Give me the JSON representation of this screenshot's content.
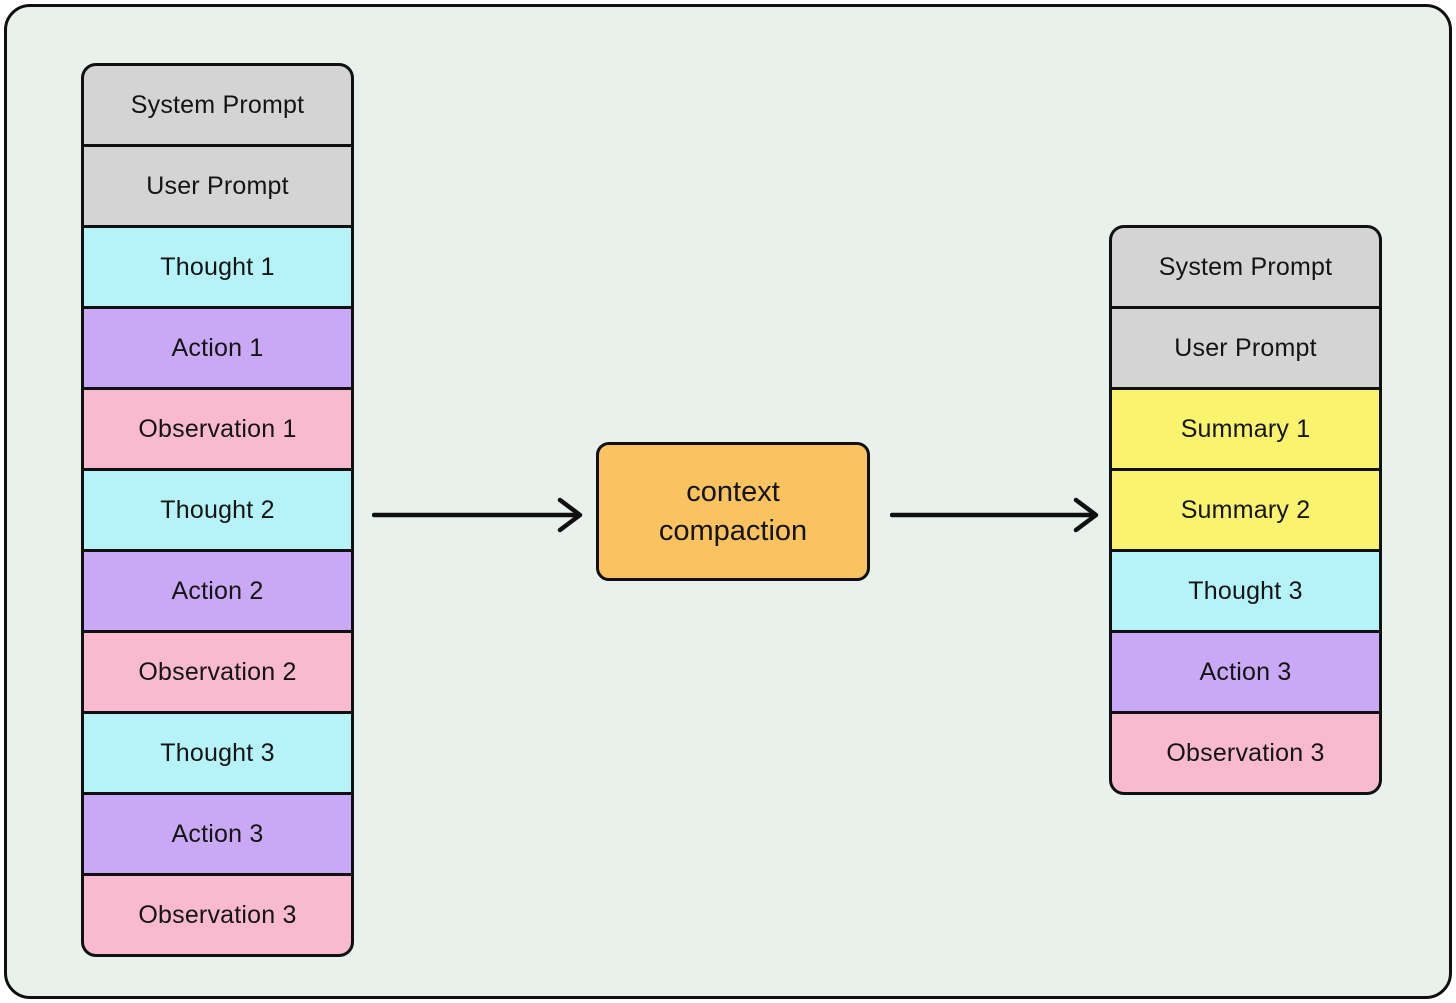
{
  "diagram": {
    "left_stack": {
      "rows": [
        {
          "label": "System Prompt",
          "type": "prompt",
          "color": "#D4D4D4"
        },
        {
          "label": "User Prompt",
          "type": "prompt",
          "color": "#D4D4D4"
        },
        {
          "label": "Thought 1",
          "type": "thought",
          "color": "#B6F3F8"
        },
        {
          "label": "Action 1",
          "type": "action",
          "color": "#C9A9F6"
        },
        {
          "label": "Observation 1",
          "type": "observation",
          "color": "#F9BAD0"
        },
        {
          "label": "Thought 2",
          "type": "thought",
          "color": "#B6F3F8"
        },
        {
          "label": "Action 2",
          "type": "action",
          "color": "#C9A9F6"
        },
        {
          "label": "Observation 2",
          "type": "observation",
          "color": "#F9BAD0"
        },
        {
          "label": "Thought 3",
          "type": "thought",
          "color": "#B6F3F8"
        },
        {
          "label": "Action 3",
          "type": "action",
          "color": "#C9A9F6"
        },
        {
          "label": "Observation 3",
          "type": "observation",
          "color": "#F9BAD0"
        }
      ]
    },
    "compaction_box": {
      "label": "context compaction",
      "color": "#FAC360"
    },
    "right_stack": {
      "rows": [
        {
          "label": "System Prompt",
          "type": "prompt",
          "color": "#D4D4D4"
        },
        {
          "label": "User Prompt",
          "type": "prompt",
          "color": "#D4D4D4"
        },
        {
          "label": "Summary 1",
          "type": "summary",
          "color": "#F9F36E"
        },
        {
          "label": "Summary 2",
          "type": "summary",
          "color": "#F9F36E"
        },
        {
          "label": "Thought 3",
          "type": "thought",
          "color": "#B6F3F8"
        },
        {
          "label": "Action 3",
          "type": "action",
          "color": "#C9A9F6"
        },
        {
          "label": "Observation 3",
          "type": "observation",
          "color": "#F9BAD0"
        }
      ]
    },
    "palette": {
      "canvas_background": "#E9F1EC",
      "stroke": "#101010",
      "prompt": "#D4D4D4",
      "thought": "#B6F3F8",
      "action": "#C9A9F6",
      "observation": "#F9BAD0",
      "summary": "#F9F36E",
      "compaction": "#FAC360"
    }
  }
}
